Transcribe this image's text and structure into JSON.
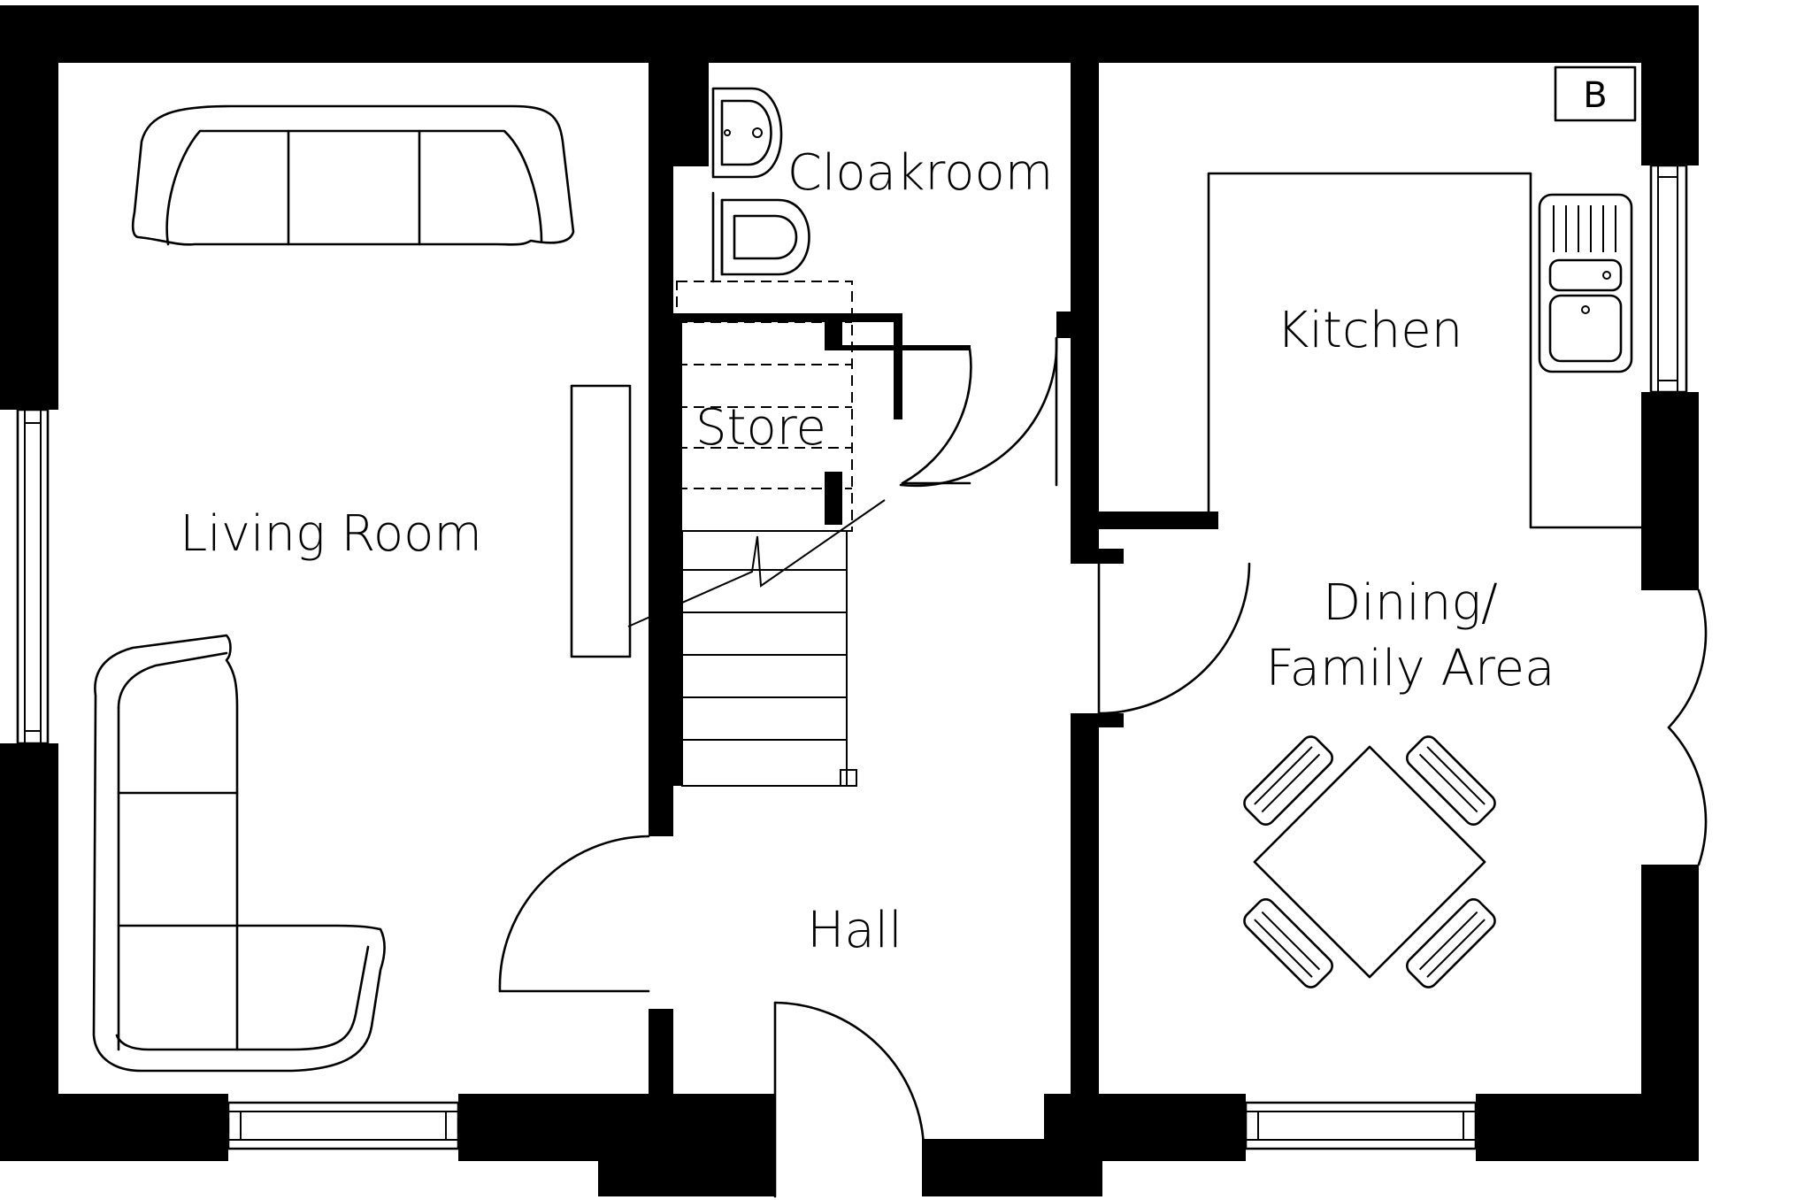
{
  "rooms": {
    "living_room": "Living Room",
    "cloakroom": "Cloakroom",
    "store": "Store",
    "kitchen": "Kitchen",
    "dining_line1": "Dining/",
    "dining_line2": "Family Area",
    "hall": "Hall"
  },
  "boiler_label": "B"
}
